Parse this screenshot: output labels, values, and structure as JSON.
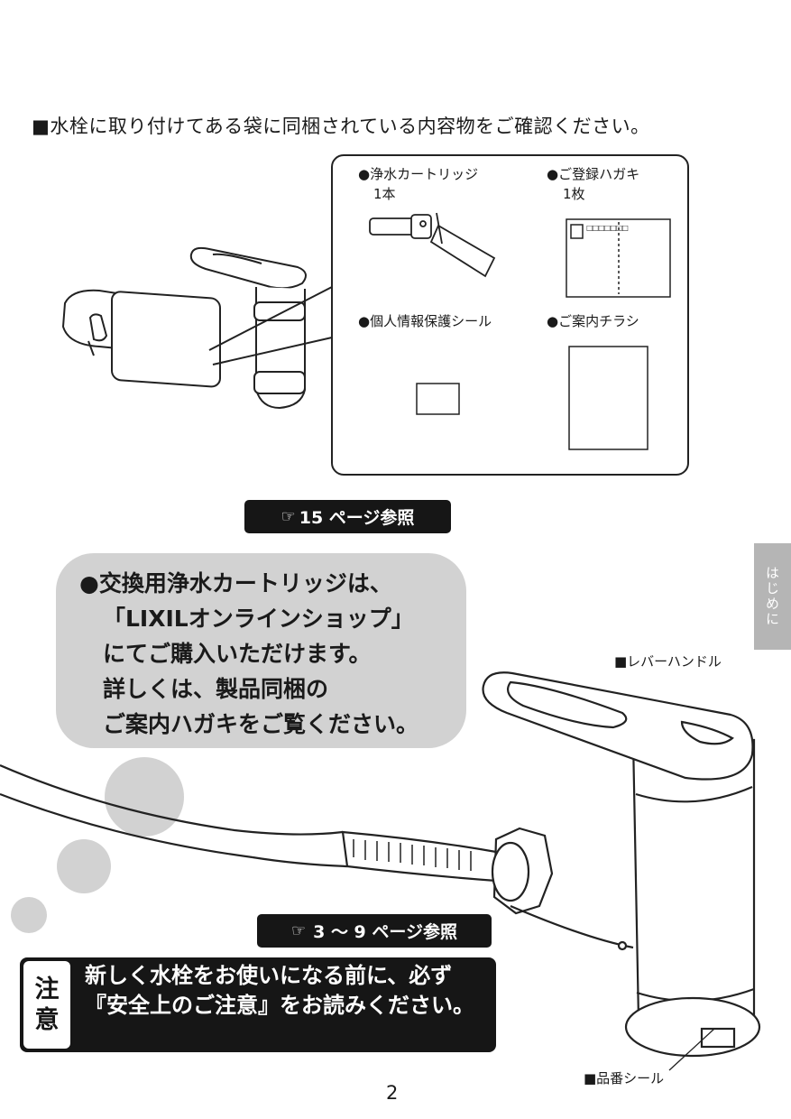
{
  "heading": "■水栓に取り付けてある袋に同梱されている内容物をご確認ください。",
  "contents": {
    "cartridge": {
      "label": "●浄水カートリッジ",
      "qty": "1本"
    },
    "postcard": {
      "label": "●ご登録ハガキ",
      "qty": "1枚",
      "stamp_marks": "□□□□□□□"
    },
    "privacy_seal": {
      "label": "●個人情報保護シール"
    },
    "flyer": {
      "label": "●ご案内チラシ"
    }
  },
  "ref_top": {
    "icon": "pointing-hand-icon",
    "text": "15 ページ参照"
  },
  "notice": {
    "lines": [
      "●交換用浄水カートリッジは、",
      "「LIXILオンラインショップ」",
      "にてご購入いただけます。",
      "詳しくは、製品同梱の",
      "ご案内ハガキをご覧ください。"
    ]
  },
  "side_tab": "はじめに",
  "callouts": {
    "lever": "■レバーハンドル",
    "model_seal": "■品番シール"
  },
  "ref_bottom": {
    "icon": "pointing-hand-icon",
    "text": "3 ～ 9 ページ参照"
  },
  "caution": {
    "label": "注意",
    "text": "新しく水栓をお使いになる前に、必ず『安全上のご注意』をお読みください。"
  },
  "page_number": "2",
  "colors": {
    "ink": "#1a1a1a",
    "panel_gray": "#d2d2d2",
    "tab_gray": "#b5b5b5",
    "dark": "#161616"
  }
}
